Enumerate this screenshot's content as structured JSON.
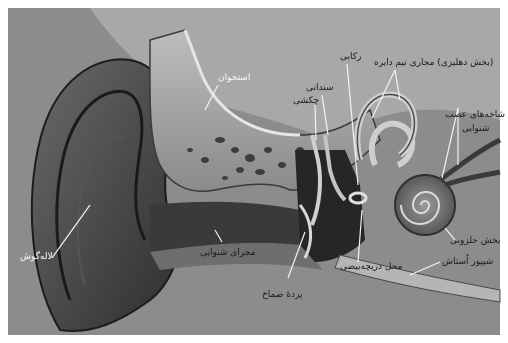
{
  "labels": {
    "ostokhan": "استخوان",
    "rekabi": "رکابی",
    "sendani": "سندانی",
    "chakoshi": "چکشی",
    "majari_nim_dayere": "(بخش دهلیزی) مجاری نیم دایره",
    "shakhe_asab": "شاخه‌های عصب",
    "shenavaei": "شنوایی",
    "bakhsh_halazooni": "بخش حلزونی",
    "sheypoor_estash": "شیپور اُستاش",
    "mahal_daricheh": "محل دریچه‌بیضی",
    "pardeh_samakh": "پردۀ صماخ",
    "majari_shenavaei": "مجرای شنوایی",
    "lale_goosh": "لاله‌گوش"
  }
}
